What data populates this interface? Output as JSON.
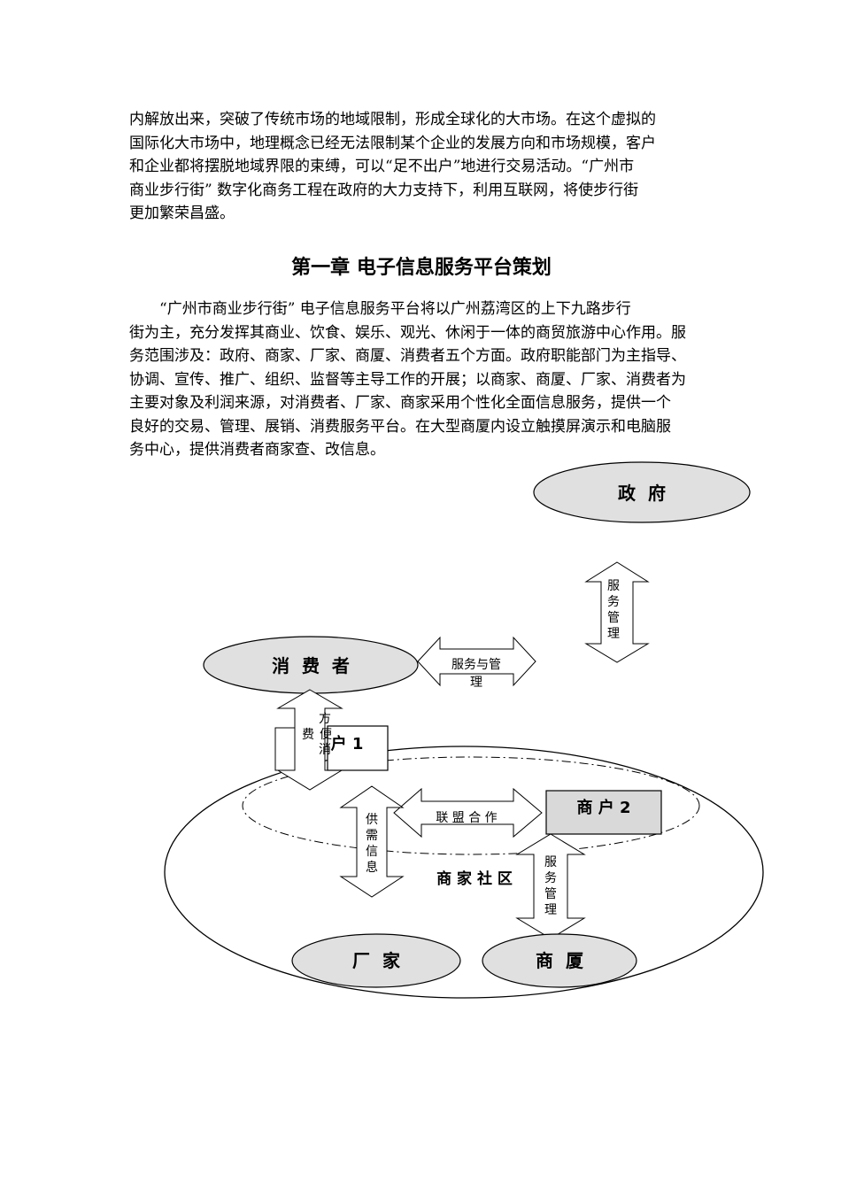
{
  "intro_lines": [
    "内解放出来，突破了传统市场的地域限制，形成全球化的大市场。在这个虚拟的",
    "国际化大市场中，地理概念已经无法限制某个企业的发展方向和市场规模，客户",
    "和企业都将摆脱地域界限的束缚，可以“足不出户”地进行交易活动。“广州市",
    "商业步行街”  数字化商务工程在政府的大力支持下，利用互联网，将使步行街",
    "更加繁荣昌盛。"
  ],
  "chapter_title": "第一章 电子信息服务平台策划",
  "body_lines": [
    "　　“广州市商业步行街”  电子信息服务平台将以广州荔湾区的上下九路步行",
    "街为主，充分发挥其商业、饮食、娱乐、观光、休闲于一体的商贸旅游中心作用。服",
    "务范围涉及：政府、商家、厂家、商厦、消费者五个方面。政府职能部门为主指导、",
    "协调、宣传、推广、组织、监督等主导工作的开展；以商家、商厦、厂家、消费者为",
    "主要对象及利润来源，对消费者、厂家、商家采用个性化全面信息服务，提供一个",
    "良好的交易、管理、展销、消费服务平台。在大型商厦内设立触摸屏演示和电脑服",
    "务中心，提供消费者商家查、改信息。"
  ],
  "diagram": {
    "government": "政  府",
    "consumer": "消  费  者",
    "merchant1": "户 1",
    "merchant2": "商 户 2",
    "community": "商 家 社 区",
    "manufacturer": "厂  家",
    "mall": "商  厦",
    "arrow_gov_chars": [
      "服",
      "务",
      "管",
      "理"
    ],
    "arrow_consumer_line1": "服务与管",
    "arrow_consumer_line2": "理",
    "arrow_convenience_chars": [
      "方",
      "费",
      "便",
      "消"
    ],
    "arrow_alliance": "联 盟 合 作",
    "arrow_supply_chars": [
      "供",
      "需",
      "信",
      "息"
    ],
    "arrow_mall_chars": [
      "服",
      "务",
      "管",
      "理"
    ]
  }
}
